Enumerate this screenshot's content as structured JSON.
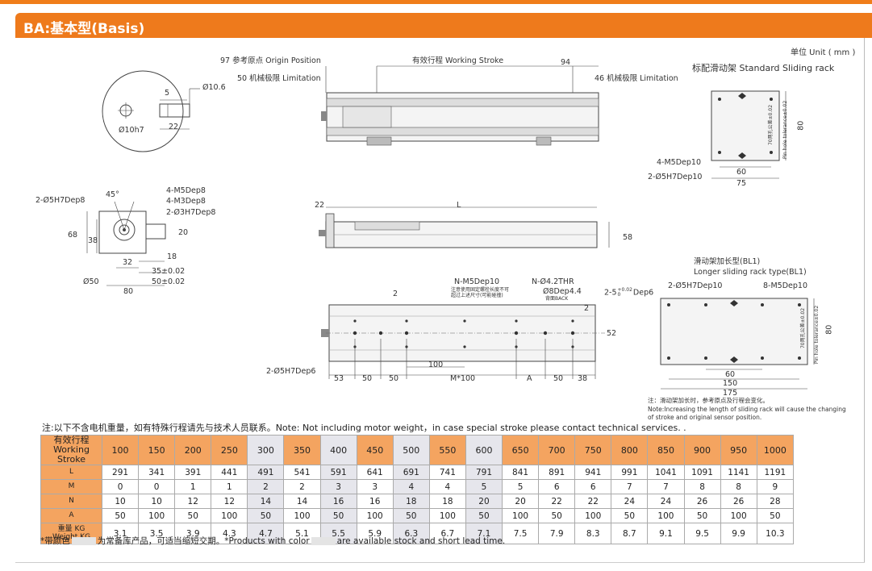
{
  "header": {
    "title": "BA:基本型(Basis)"
  },
  "unit": "单位 Unit ( mm )",
  "rack": {
    "title": "标配滑动架 Standard Sliding rack",
    "m5": "4-M5Dep10",
    "pin": "2-Ø5H7Dep10",
    "w60": "60",
    "w75": "75",
    "h80": "80",
    "h70": "70",
    "tol_cn": "70两孔公差±0.02",
    "tol_en": "Pin hole tolerance±0.02"
  },
  "long_rack": {
    "title_cn": "滑动架加长型(BL1)",
    "title_en": "Longer sliding rack type(BL1)",
    "pin": "2-Ø5H7Dep10",
    "m5": "8-M5Dep10",
    "w60": "60",
    "w150": "150",
    "w175": "175",
    "h80": "80",
    "h70": "70",
    "tol_cn": "70两孔公差±0.02",
    "tol_en": "Pin hole tolerance±0.02",
    "note_cn": "注：滑动架加长时，参考原点及行程会变化。",
    "note_en1": "Note:Increasing the length of sliding rack will cause the changing",
    "note_en2": "of stroke and original sensor position."
  },
  "shaft": {
    "d106": "Ø10.6",
    "d10h7": "Ø10h7",
    "d5": "5",
    "d22": "22"
  },
  "end_view": {
    "pin": "2-Ø5H7Dep8",
    "angle": "45°",
    "m5": "4-M5Dep8",
    "m3": "4-M3Dep8",
    "h3": "2-Ø3H7Dep8",
    "h68": "68",
    "h38": "38",
    "h20": "20",
    "d32": "32",
    "d18": "18",
    "d35": "35±0.02",
    "d50": "50±0.02",
    "d50c": "Ø50",
    "d80": "80"
  },
  "top_view": {
    "origin": "97 参考原点 Origin Position",
    "stroke": "有效行程 Working Stroke",
    "d94": "94",
    "lim50": "50 机械极限 Limitation",
    "lim46": "46 机械极限 Limitation"
  },
  "side_view": {
    "d22": "22",
    "L": "L",
    "h58": "58"
  },
  "bottom_view": {
    "m5": "N-M5Dep10",
    "thr": "N-Ø4.2THR",
    "cb": "Ø8Dep4.4",
    "pin_r": "2-5",
    "pin_r_tol_top": "+0.02",
    "pin_r_tol_bot": "0",
    "pin_r_dep": "Dep6",
    "pin_l": "2-Ø5H7Dep6",
    "d2a": "2",
    "d2b": "2",
    "h52": "52",
    "d100": "100",
    "small_note1": "注意使用固定螺栓长度不可",
    "small_note2": "超过上述尺寸(可能碰撞)",
    "small_note3": "背面BACK",
    "dims": [
      "53",
      "50",
      "50",
      "M*100",
      "A",
      "50",
      "38"
    ]
  },
  "note": "注:以下不含电机重量，如有特殊行程请先与技术人员联系。Note: Not including motor weight，in case special stroke please contact technical services. .",
  "table": {
    "header_cn": "有效行程",
    "header_en": "Working Stroke",
    "strokes": [
      "100",
      "150",
      "200",
      "250",
      "300",
      "350",
      "400",
      "450",
      "500",
      "550",
      "600",
      "650",
      "700",
      "750",
      "800",
      "850",
      "900",
      "950",
      "1000"
    ],
    "stock_cols": [
      4,
      6,
      8,
      10
    ],
    "rows": [
      {
        "label_cn": "",
        "label_en": "L",
        "values": [
          "291",
          "341",
          "391",
          "441",
          "491",
          "541",
          "591",
          "641",
          "691",
          "741",
          "791",
          "841",
          "891",
          "941",
          "991",
          "1041",
          "1091",
          "1141",
          "1191"
        ]
      },
      {
        "label_cn": "",
        "label_en": "M",
        "values": [
          "0",
          "0",
          "1",
          "1",
          "2",
          "2",
          "3",
          "3",
          "4",
          "4",
          "5",
          "5",
          "6",
          "6",
          "7",
          "7",
          "8",
          "8",
          "9"
        ]
      },
      {
        "label_cn": "",
        "label_en": "N",
        "values": [
          "10",
          "10",
          "12",
          "12",
          "14",
          "14",
          "16",
          "16",
          "18",
          "18",
          "20",
          "20",
          "22",
          "22",
          "24",
          "24",
          "26",
          "26",
          "28"
        ]
      },
      {
        "label_cn": "",
        "label_en": "A",
        "values": [
          "50",
          "100",
          "50",
          "100",
          "50",
          "100",
          "50",
          "100",
          "50",
          "100",
          "50",
          "100",
          "50",
          "100",
          "50",
          "100",
          "50",
          "100",
          "50"
        ]
      },
      {
        "label_cn": "重量  KG",
        "label_en": "Weight KG",
        "values": [
          "3.1",
          "3.5",
          "3.9",
          "4.3",
          "4.7",
          "5.1",
          "5.5",
          "5.9",
          "6.3",
          "6.7",
          "7.1",
          "7.5",
          "7.9",
          "8.3",
          "8.7",
          "9.1",
          "9.5",
          "9.9",
          "10.3"
        ]
      }
    ]
  },
  "footer": {
    "part1": "*带颜色",
    "part2": "为常备库产品，可适当缩短交期。*Products with color",
    "part3": "are available stock  and short lead time."
  }
}
